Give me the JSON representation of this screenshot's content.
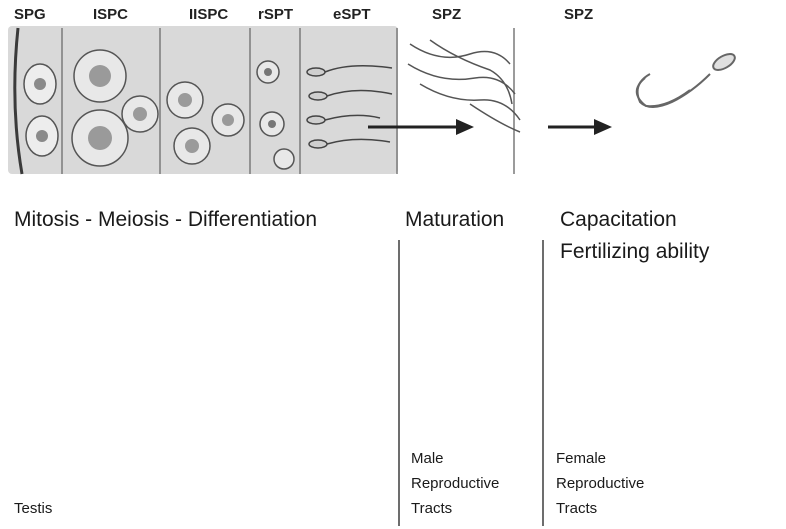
{
  "stages": [
    "SPG",
    "ISPC",
    "IISPC",
    "rSPT",
    "eSPT",
    "SPZ",
    "SPZ"
  ],
  "phases": {
    "testis": "Mitosis - Meiosis - Differentiation",
    "male": "Maturation",
    "female_line1": "Capacitation",
    "female_line2": "Fertilizing ability"
  },
  "sites": {
    "testis": "Testis",
    "male": [
      "Male",
      "Reproductive",
      "Tracts"
    ],
    "female": [
      "Female",
      "Reproductive",
      "Tracts"
    ]
  },
  "colors": {
    "line": "#6d6d6d",
    "tissue": "#bdbdbd",
    "cell": "#8a8a8a",
    "arrow": "#222222"
  }
}
